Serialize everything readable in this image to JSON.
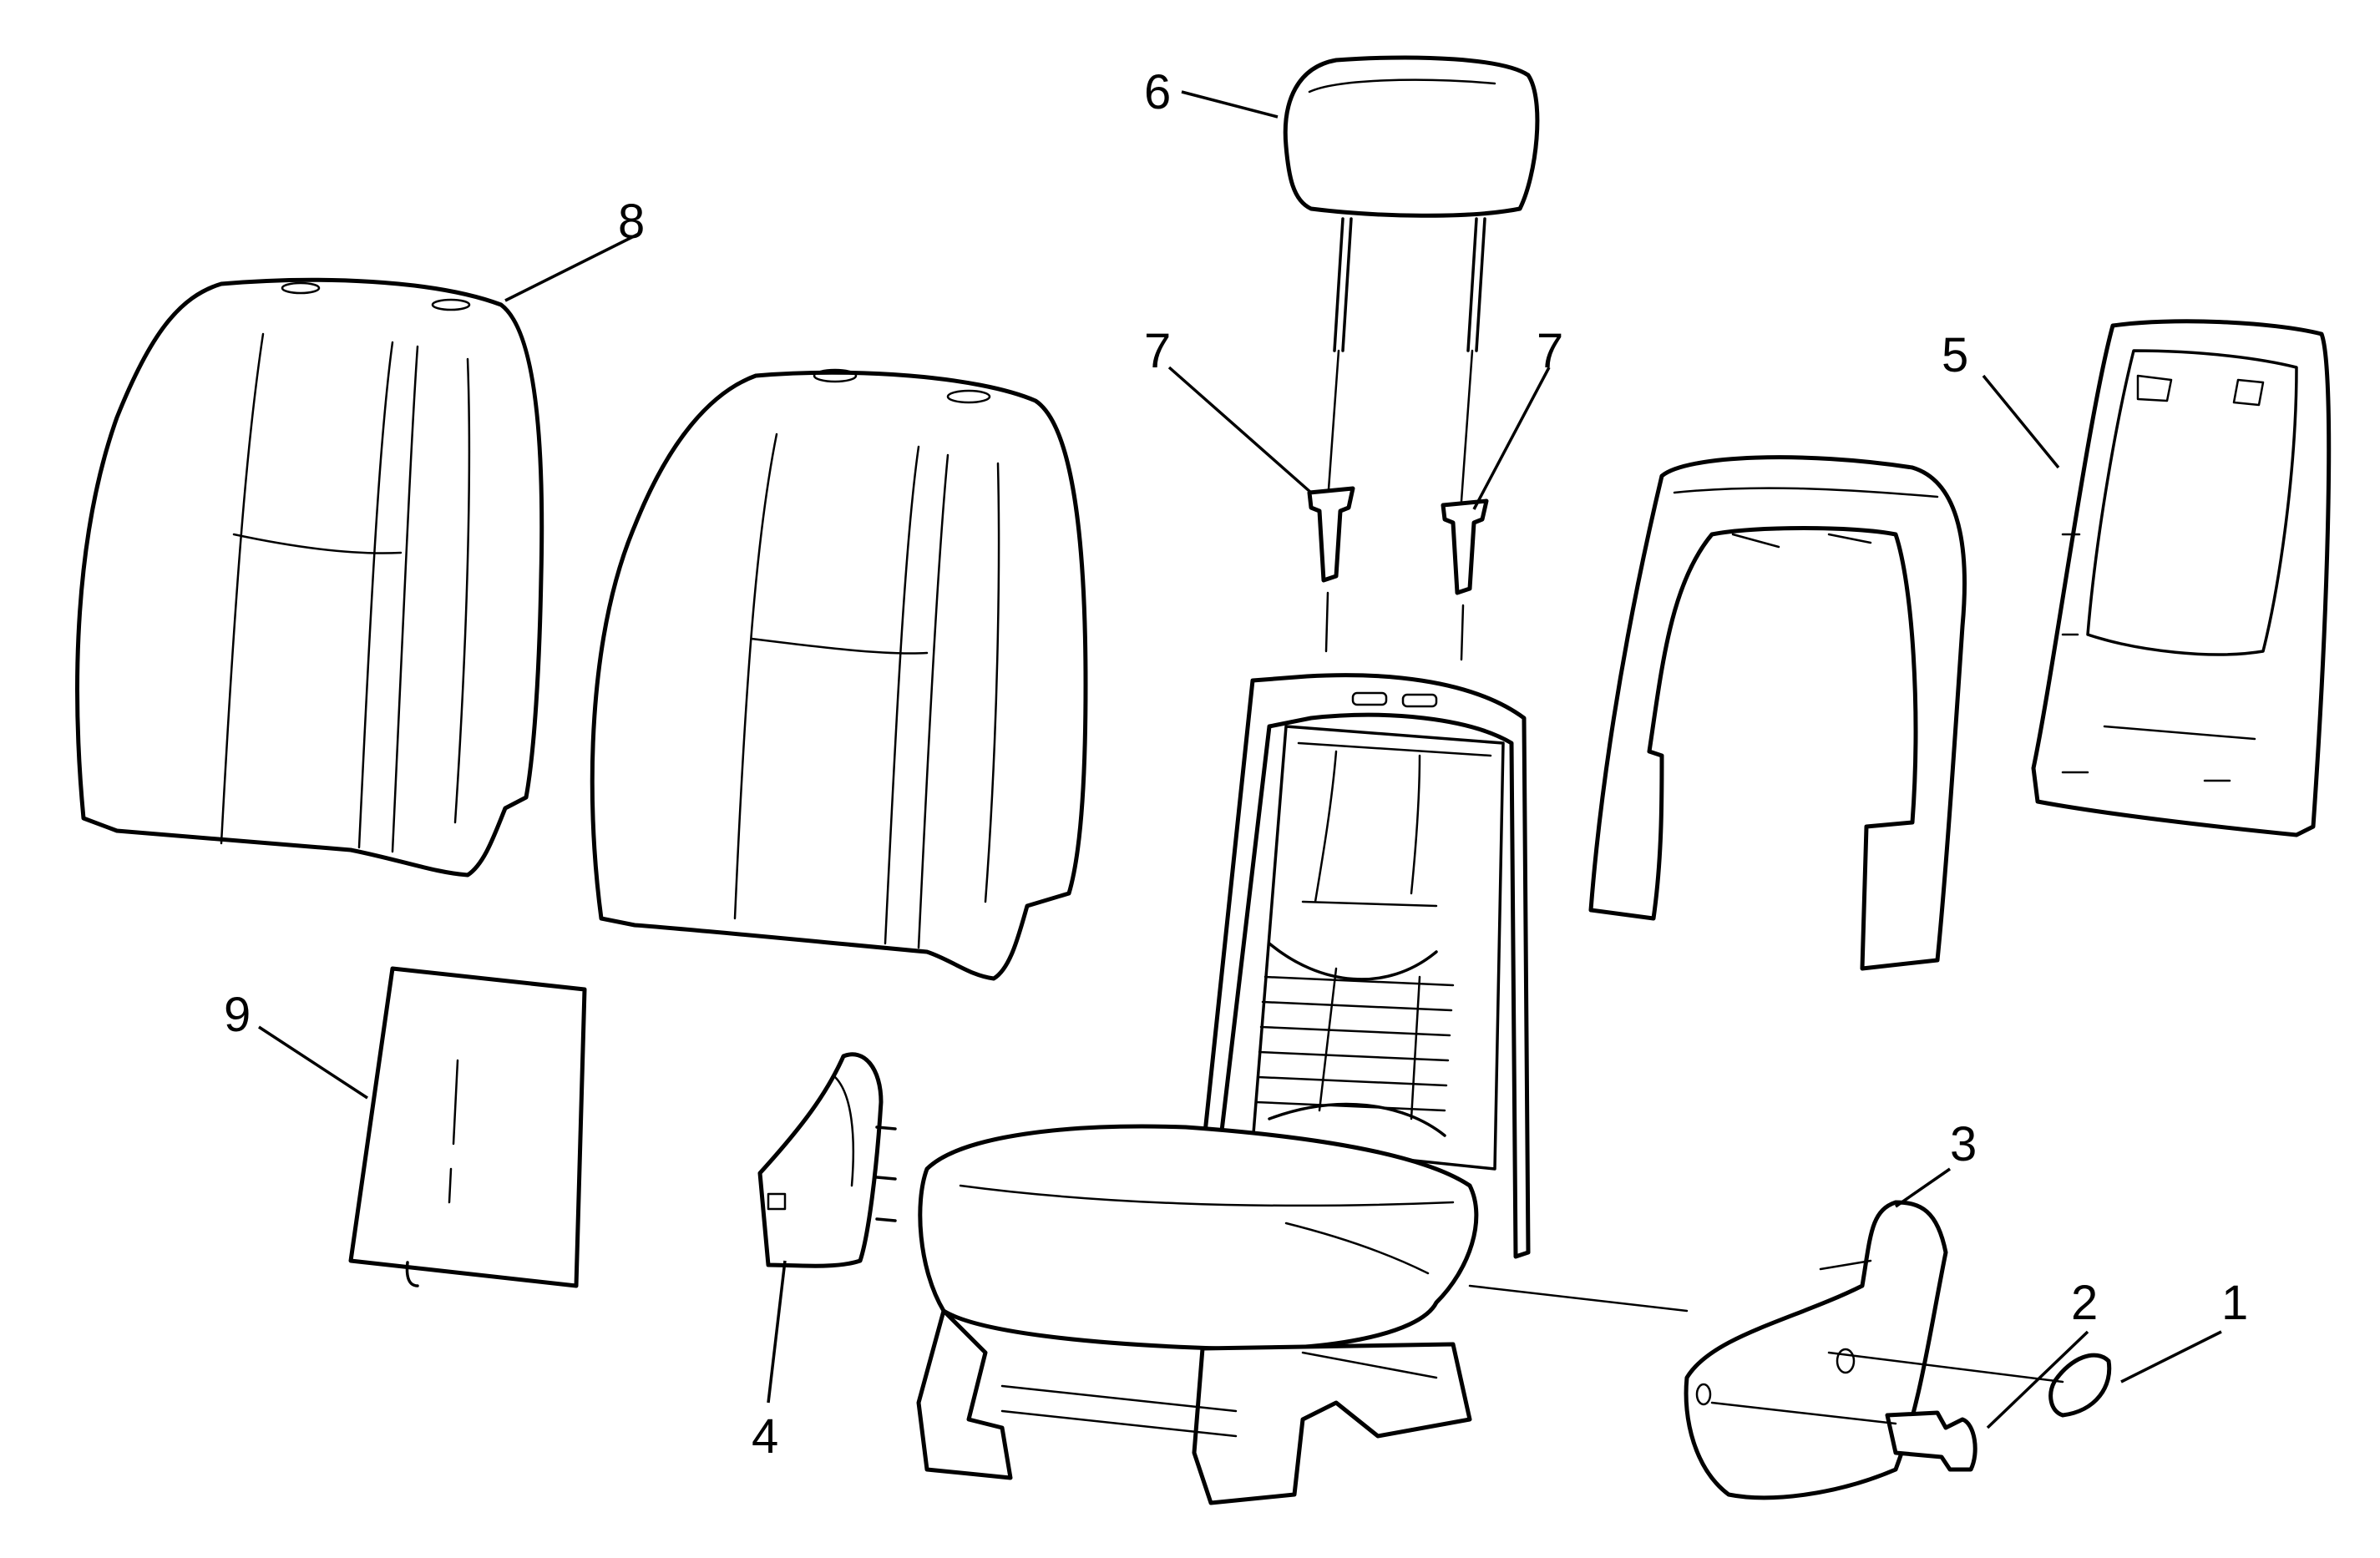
{
  "callouts": [
    {
      "id": "c1",
      "label": "1"
    },
    {
      "id": "c2",
      "label": "2"
    },
    {
      "id": "c3",
      "label": "3"
    },
    {
      "id": "c4",
      "label": "4"
    },
    {
      "id": "c5",
      "label": "5"
    },
    {
      "id": "c6",
      "label": "6"
    },
    {
      "id": "c7a",
      "label": "7"
    },
    {
      "id": "c7b",
      "label": "7"
    },
    {
      "id": "c8",
      "label": "8"
    },
    {
      "id": "c9",
      "label": "9"
    }
  ],
  "colors": {
    "line": "#000000",
    "background": "#ffffff"
  }
}
